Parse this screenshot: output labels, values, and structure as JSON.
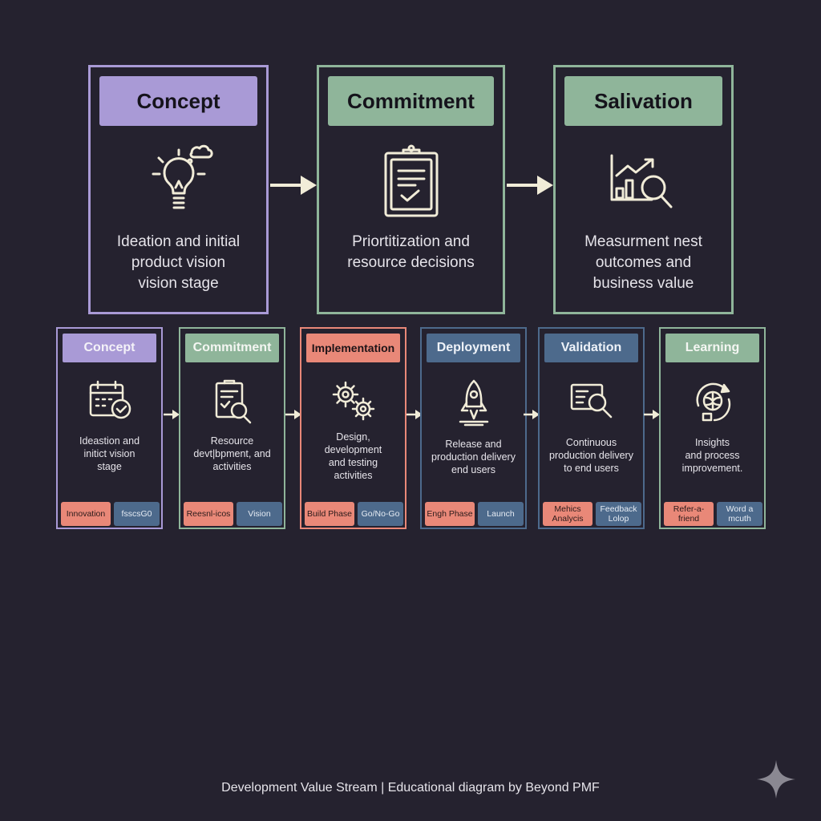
{
  "colors": {
    "background": "#25222f",
    "purple": "#a99ad6",
    "green": "#8fb59a",
    "red": "#e98878",
    "blue": "#4d6a8c",
    "arrow": "#f1ecd8"
  },
  "top_stages": [
    {
      "title": "Concept",
      "description": [
        "Ideation and initial",
        "product vision",
        "vision stage"
      ],
      "icon": "lightbulb-icon"
    },
    {
      "title": "Commitment",
      "description": [
        "Priortitization and",
        "resource   decisions"
      ],
      "icon": "clipboard-check-icon"
    },
    {
      "title": "Salivation",
      "description": [
        "Measurment  nest",
        "outcomes and",
        "business value"
      ],
      "icon": "chart-magnifier-icon"
    }
  ],
  "cards": [
    {
      "title": "Concept",
      "description": [
        "Ideastion and",
        "initict vision",
        "stage"
      ],
      "icon": "calendar-check-icon",
      "tags": [
        "Innovation",
        "fsscsG0"
      ]
    },
    {
      "title": "Commitment",
      "description": [
        "Resource",
        "devt|bpment, and",
        "activities"
      ],
      "icon": "clipboard-search-icon",
      "tags": [
        "Reesnl-icos",
        "Vision"
      ]
    },
    {
      "title": "Implementation",
      "description": [
        "Design,",
        "development",
        "and testing",
        "activities"
      ],
      "icon": "gears-icon",
      "tags": [
        "Build Phase",
        "Go/No-Go"
      ]
    },
    {
      "title": "Deployment",
      "description": [
        "Release and",
        "production delivery",
        "end users"
      ],
      "icon": "rocket-icon",
      "tags": [
        "Engh Phase",
        "Launch"
      ]
    },
    {
      "title": "Validation",
      "description": [
        "Continuous",
        "production delivery",
        "to end users"
      ],
      "icon": "screen-magnifier-icon",
      "tags": [
        "Mehics\nAnalycis",
        "Feedback\nLolop"
      ]
    },
    {
      "title": "Learning",
      "description": [
        "Insights",
        "and process",
        "improvement."
      ],
      "icon": "brain-cycle-icon",
      "tags": [
        "Refer-a-\nfriend",
        "Word a\nmcuth"
      ]
    }
  ],
  "footer": "Development Value Stream | Educational diagram by Beyond PMF"
}
